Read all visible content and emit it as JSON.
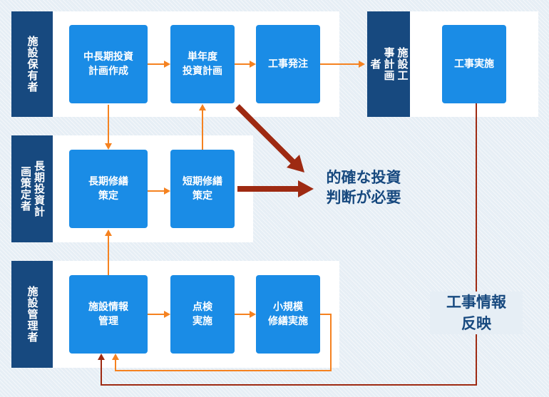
{
  "rows": {
    "owner_label": "施設保有者",
    "planner_label": "長期投資計画策定者",
    "manager_label": "施設管理者",
    "builder_label": "施設工事計画者"
  },
  "boxes": {
    "long_term_plan": "中長期投資\n計画作成",
    "annual_plan": "単年度\n投資計画",
    "order": "工事発注",
    "construction": "工事実施",
    "long_term_repair": "長期修繕\n策定",
    "short_term_repair": "短期修繕\n策定",
    "facility_info": "施設情報\n管理",
    "inspection": "点検\n実施",
    "small_repair": "小規模\n修繕実施"
  },
  "callouts": {
    "decision": "的確な投資\n判断が必要",
    "feedback": "工事情報\n反映"
  },
  "colors": {
    "navy": "#17497f",
    "box_blue": "#1a8ce6",
    "orange": "#f58220",
    "dark_red": "#9e2a12"
  }
}
